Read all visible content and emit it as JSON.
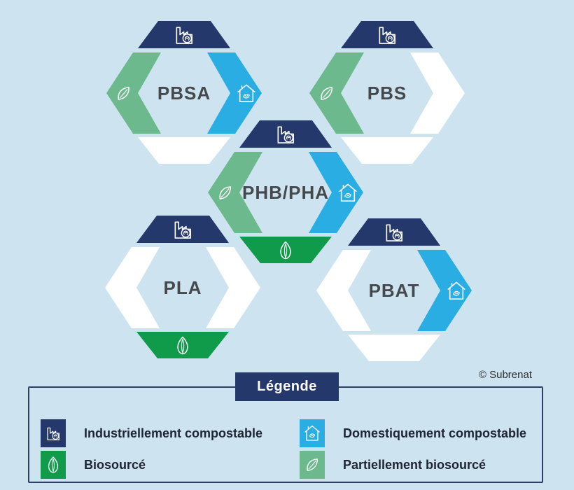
{
  "credit": "© Subrenat",
  "colors": {
    "background": "#cde4f0",
    "navy": "#24386b",
    "cyan": "#29ade3",
    "green_dark": "#0f9b49",
    "green_light": "#6cb98d",
    "white": "#ffffff",
    "outline_gray": "#8a8f94",
    "hex_label_text": "#45484c",
    "legend_text": "#1e2433"
  },
  "segment_meanings": {
    "top": "Industriellement compostable",
    "right": "Domestiquement compostable",
    "bottom": "Biosourcé",
    "left": "Partiellement biosourcé"
  },
  "hexagons": [
    {
      "label": "PBSA",
      "industrial": true,
      "domestic": true,
      "biosourced": false,
      "partially_biosourced": true
    },
    {
      "label": "PBS",
      "industrial": true,
      "domestic": false,
      "biosourced": false,
      "partially_biosourced": true
    },
    {
      "label": "PHB/PHA",
      "industrial": true,
      "domestic": true,
      "biosourced": true,
      "partially_biosourced": true
    },
    {
      "label": "PLA",
      "industrial": true,
      "domestic": false,
      "biosourced": true,
      "partially_biosourced": false
    },
    {
      "label": "PBAT",
      "industrial": true,
      "domestic": true,
      "biosourced": false,
      "partially_biosourced": false
    }
  ],
  "legend": {
    "title": "Légende",
    "items": [
      {
        "icon": "factory-icon",
        "color_key": "navy",
        "label": "Industriellement compostable"
      },
      {
        "icon": "home-compost-icon",
        "color_key": "cyan",
        "label": "Domestiquement compostable"
      },
      {
        "icon": "leaf-full-icon",
        "color_key": "green_dark",
        "label": "Biosourcé"
      },
      {
        "icon": "leaf-partial-icon",
        "color_key": "green_light",
        "label": "Partiellement biosourcé"
      }
    ]
  }
}
